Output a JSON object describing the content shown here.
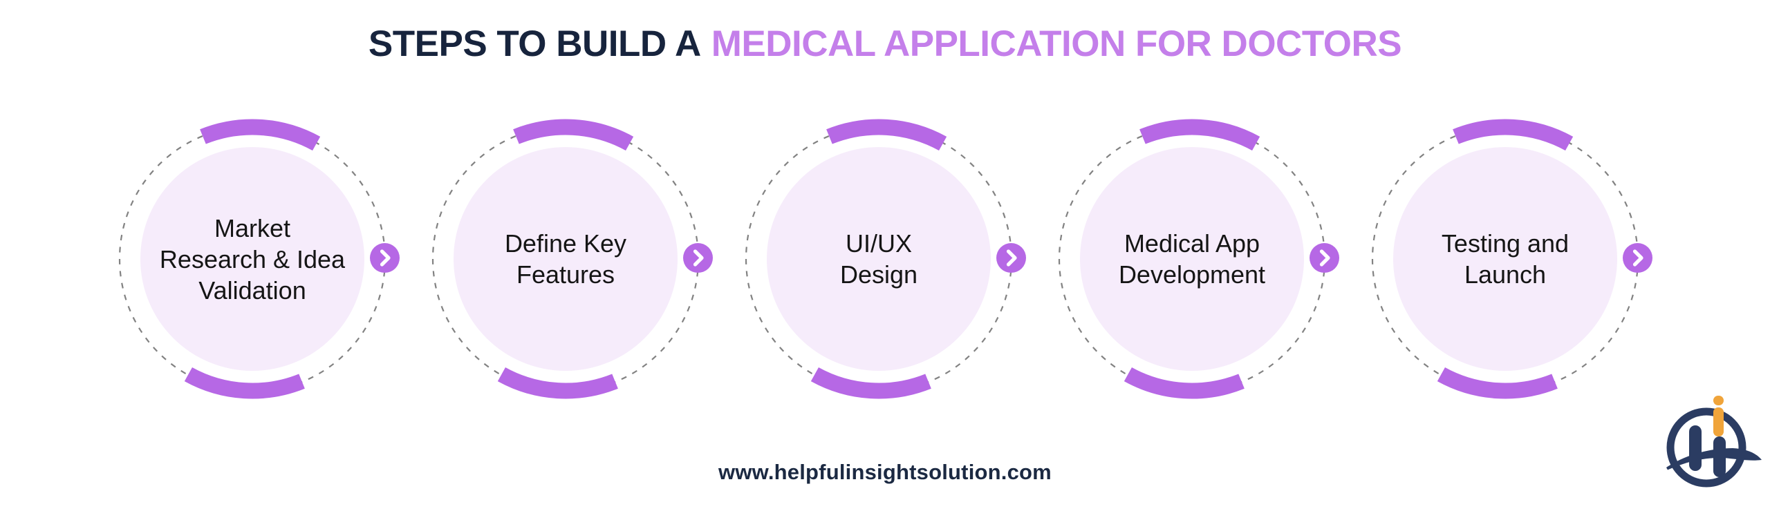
{
  "title": {
    "prefix": "STEPS TO BUILD A",
    "highlight": "MEDICAL APPLICATION FOR DOCTORS"
  },
  "steps": [
    {
      "label": "Market\nResearch & Idea\nValidation"
    },
    {
      "label": "Define Key\nFeatures"
    },
    {
      "label": "UI/UX\nDesign"
    },
    {
      "label": "Medical App\nDevelopment"
    },
    {
      "label": "Testing and\nLaunch"
    }
  ],
  "footer": {
    "website": "www.helpfulinsightsolution.com"
  },
  "icons": {
    "arrow": "chevron-right-icon",
    "logo": "helpful-insight-logo"
  },
  "colors": {
    "title_dark": "#17243d",
    "title_purple": "#c47fea",
    "arc_purple": "#b668e5",
    "arrow_purple": "#b668e5",
    "circle_fill": "#f6ecfb",
    "dashed_ring": "#828282",
    "step_text": "#151515",
    "website_text": "#1b2942",
    "logo_navy": "#2b3c62",
    "logo_orange": "#f0a43a",
    "background": "#ffffff"
  }
}
